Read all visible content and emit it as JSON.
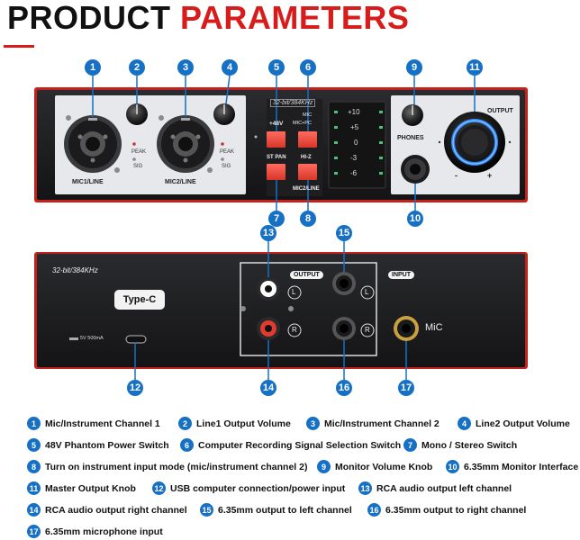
{
  "header": {
    "title_word1": "PRODUCT",
    "title_word2": "PARAMETERS"
  },
  "front_panel": {
    "ch1_label": "MIC1/LINE",
    "ch2_label": "MIC2/LINE",
    "peak1": "PEAK",
    "sig1": "SIG",
    "peak2": "PEAK",
    "sig2": "SIG",
    "spec": "32-bit/384KHz",
    "phantom": "+48V",
    "mic_option": "MIC",
    "mic_pc_option": "MIC+PC",
    "st_pan": "ST PAN",
    "hiz": "HI-Z",
    "mic2_line": "MIC2/LINE",
    "meter_levels": [
      "+10",
      "+5",
      "0",
      "-3",
      "-6"
    ],
    "phones": "PHONES",
    "output": "OUTPUT",
    "minus": "-",
    "plus": "+"
  },
  "rear_panel": {
    "spec": "32-bit/384KHz",
    "type_c": "Type-C",
    "power": "5V 500mA",
    "output": "OUTPUT",
    "input": "INPUT",
    "left": "L",
    "right": "R",
    "mic": "MiC"
  },
  "callouts": [
    "1",
    "2",
    "3",
    "4",
    "5",
    "6",
    "7",
    "8",
    "9",
    "10",
    "11",
    "12",
    "13",
    "14",
    "15",
    "16",
    "17"
  ],
  "legend": [
    {
      "num": "1",
      "text": "Mic/Instrument Channel 1"
    },
    {
      "num": "2",
      "text": "Line1 Output Volume"
    },
    {
      "num": "3",
      "text": "Mic/Instrument Channel 2"
    },
    {
      "num": "4",
      "text": "Line2 Output Volume"
    },
    {
      "num": "5",
      "text": "48V Phantom Power Switch"
    },
    {
      "num": "6",
      "text": "Computer Recording Signal Selection Switch"
    },
    {
      "num": "7",
      "text": "Mono / Stereo Switch"
    },
    {
      "num": "8",
      "text": "Turn on instrument input mode (mic/instrument channel 2)"
    },
    {
      "num": "9",
      "text": "Monitor Volume Knob"
    },
    {
      "num": "10",
      "text": "6.35mm Monitor Interface"
    },
    {
      "num": "11",
      "text": "Master Output Knob"
    },
    {
      "num": "12",
      "text": "USB computer connection/power input"
    },
    {
      "num": "13",
      "text": "RCA audio output left channel"
    },
    {
      "num": "14",
      "text": "RCA audio output right channel"
    },
    {
      "num": "15",
      "text": "6.35mm output to left channel"
    },
    {
      "num": "16",
      "text": "6.35mm output to right channel"
    },
    {
      "num": "17",
      "text": "6.35mm microphone input"
    }
  ],
  "colors": {
    "accent_red": "#d81b1b",
    "callout_blue": "#1670c4",
    "panel_dark": "#1b1b1d",
    "panel_light": "#e6e8ec",
    "button_red": "#e8453c"
  }
}
